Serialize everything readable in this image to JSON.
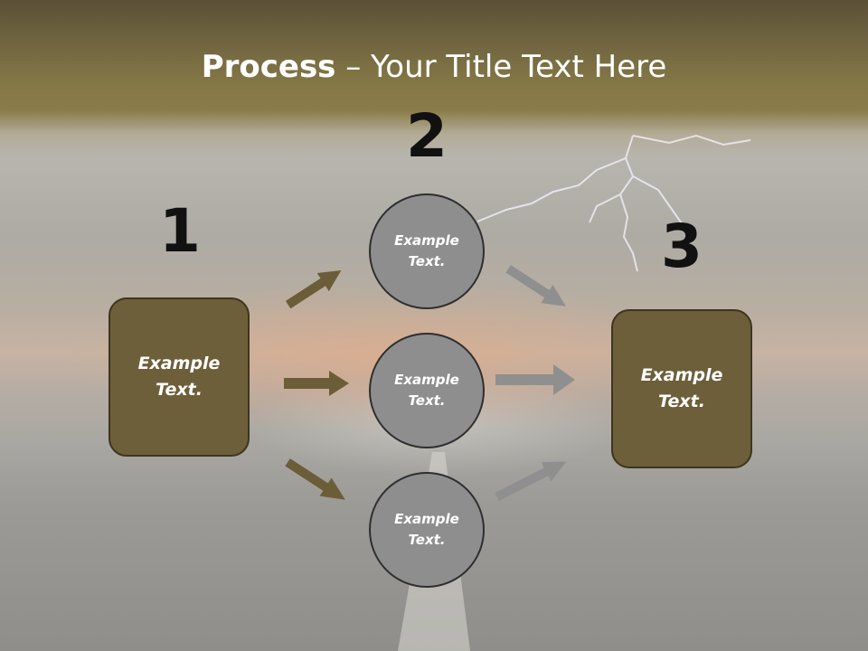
{
  "title": {
    "bold": "Process",
    "rest": " – Your Title Text Here"
  },
  "steps": {
    "one": "1",
    "two": "2",
    "three": "3"
  },
  "left_box": {
    "line1": "Example",
    "line2": "Text."
  },
  "right_box": {
    "line1": "Example",
    "line2": "Text."
  },
  "circles": [
    {
      "line1": "Example",
      "line2": "Text."
    },
    {
      "line1": "Example",
      "line2": "Text."
    },
    {
      "line1": "Example",
      "line2": "Text."
    }
  ],
  "colors": {
    "box": "#6d5f3a",
    "circle": "#8e8e8e",
    "arrow_left": "#6b5d38",
    "arrow_right": "#8f8f8f"
  }
}
